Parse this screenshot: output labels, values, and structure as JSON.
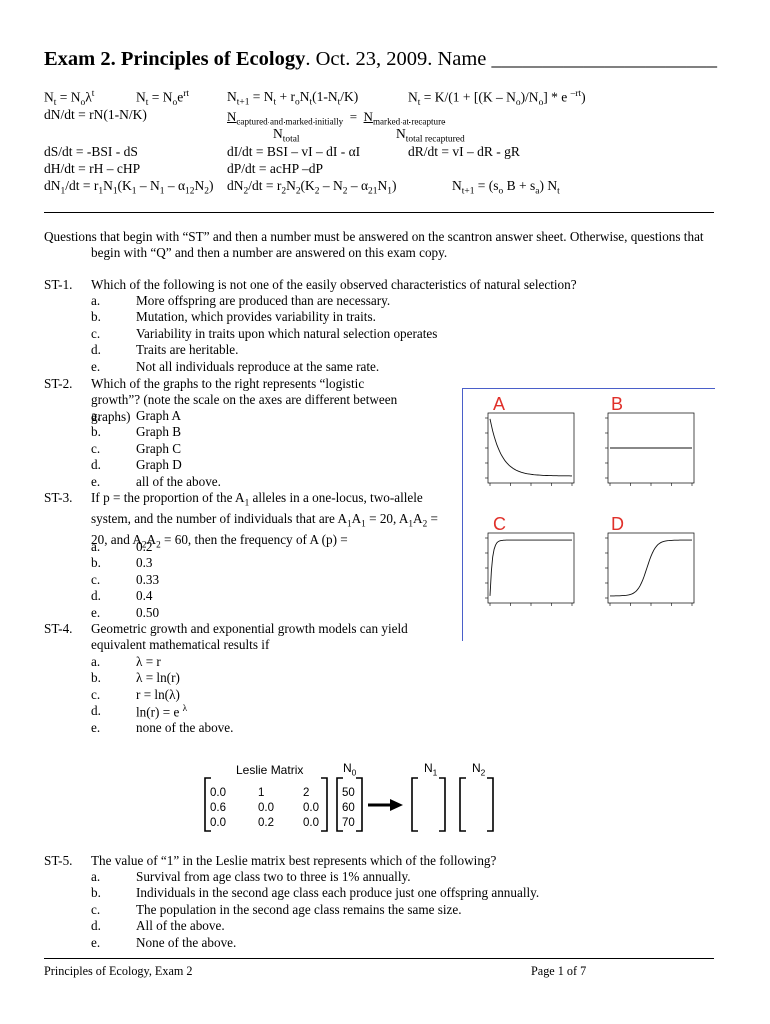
{
  "header": {
    "title_bold": "Exam 2. Principles of Ecology",
    "title_rest": ". Oct. 23, 2009. Name ______________________"
  },
  "equations": {
    "row1_a": "N<sub>t</sub> = N<sub>o</sub>λ<sup>t</sup>",
    "row1_b": "N<sub>t</sub> = N<sub>o</sub>e<sup>rt</sup>",
    "row1_c": "N<sub>t+1</sub> = N<sub>t</sub> + r<sub>o</sub>N<sub>t</sub>(1-N<sub>t</sub>/K)",
    "row1_d": "N<sub>t</sub> = K/(1 + [(K – N<sub>o</sub>)/N<sub>o</sub>] * e <sup>–rt</sup>)",
    "row2_a": "dN/dt = rN(1-N/K)",
    "row2_b": "<u>N<sub>captured and marked initially</sub></u> &nbsp;= &nbsp;<u>N<sub>marked at recapture</sub></u>",
    "row3_a": "N<sub>total</sub>",
    "row3_b": "N<sub>total recaptured</sub>",
    "row4_a": "dS/dt = -BSI - dS",
    "row4_b": "dI/dt = BSI – vI – dI - αI",
    "row4_c": "dR/dt = vI – dR - gR",
    "row5_a": "dH/dt = rH – cHP",
    "row5_b": "dP/dt = acHP –dP",
    "row6_a": "dN<sub>1</sub>/dt = r<sub>1</sub>N<sub>1</sub>(K<sub>1</sub> – N<sub>1</sub> – α<sub>12</sub>N<sub>2</sub>)",
    "row6_b": "dN<sub>2</sub>/dt = r<sub>2</sub>N<sub>2</sub>(K<sub>2</sub> – N<sub>2</sub> – α<sub>21</sub>N<sub>1</sub>)",
    "row6_c": "N<sub>t+1</sub> = (s<sub>o</sub> B + s<sub>a</sub>) N<sub>t</sub>"
  },
  "instructions": "Questions that begin with “ST” and then a number must be answered on the scantron answer sheet. Otherwise, questions that begin with “Q” and then a number are answered on this exam copy.",
  "questions": [
    {
      "num": "ST-1.",
      "text": "Which of the following is not one of the easily observed characteristics of natural selection?",
      "options": [
        [
          "a.",
          "More offspring are produced than are necessary."
        ],
        [
          "b.",
          "Mutation, which provides variability in traits."
        ],
        [
          "c.",
          "Variability in traits upon which natural selection operates"
        ],
        [
          "d.",
          "Traits are heritable."
        ],
        [
          "e.",
          "Not all individuals reproduce at the same rate."
        ]
      ]
    },
    {
      "num": "ST-2.",
      "text": "Which of the graphs to the right represents “logistic growth”? (note the scale on the axes are different between graphs)",
      "options": [
        [
          "a.",
          "Graph A"
        ],
        [
          "b.",
          "Graph B"
        ],
        [
          "c.",
          "Graph C"
        ],
        [
          "d.",
          "Graph D"
        ],
        [
          "e.",
          "all of the above."
        ]
      ]
    },
    {
      "num": "ST-3.",
      "text": "If p = the proportion of the A<sub>1</sub> alleles in a one-locus, two-allele system, and the number of individuals that are A<sub>1</sub>A<sub>1</sub> = 20, A<sub>1</sub>A<sub>2</sub> = 20, and A<sub>2</sub>A<sub>2</sub> = 60, then the frequency of A (p) =",
      "options": [
        [
          "a.",
          "0.2"
        ],
        [
          "b.",
          "0.3"
        ],
        [
          "c.",
          "0.33"
        ],
        [
          "d.",
          "0.4"
        ],
        [
          "e.",
          "0.50"
        ]
      ]
    },
    {
      "num": "ST-4.",
      "text": "Geometric growth and exponential growth models can yield equivalent mathematical results if",
      "options": [
        [
          "a.",
          "λ = r"
        ],
        [
          "b.",
          "λ = ln(r)"
        ],
        [
          "c.",
          "r = ln(λ)"
        ],
        [
          "d.",
          "ln(r) = e <sup>λ</sup>"
        ],
        [
          "e.",
          "none of the above."
        ]
      ]
    },
    {
      "num": "ST-5.",
      "text": "The value of “1” in the Leslie matrix best represents which of the following?",
      "options": [
        [
          "a.",
          "Survival from age class two to three is 1% annually."
        ],
        [
          "b.",
          "Individuals in the second age class each produce just one offspring annually."
        ],
        [
          "c.",
          "The population in the second age class remains the same size."
        ],
        [
          "d.",
          "All of the above."
        ],
        [
          "e.",
          "None of the above."
        ]
      ]
    }
  ],
  "graphs": {
    "labels": [
      "A",
      "B",
      "C",
      "D"
    ]
  },
  "leslie": {
    "title": "Leslie Matrix",
    "n0": "N<sub>0</sub>",
    "n1": "N<sub>1</sub>",
    "n2": "N<sub>2</sub>",
    "matrix": [
      [
        "0.0",
        "1",
        "2"
      ],
      [
        "0.6",
        "0.0",
        "0.0"
      ],
      [
        "0.0",
        "0.2",
        "0.0"
      ]
    ],
    "vector": [
      "50",
      "60",
      "70"
    ]
  },
  "footer": {
    "left": "Principles of Ecology, Exam 2",
    "right": "Page 1 of 7"
  }
}
